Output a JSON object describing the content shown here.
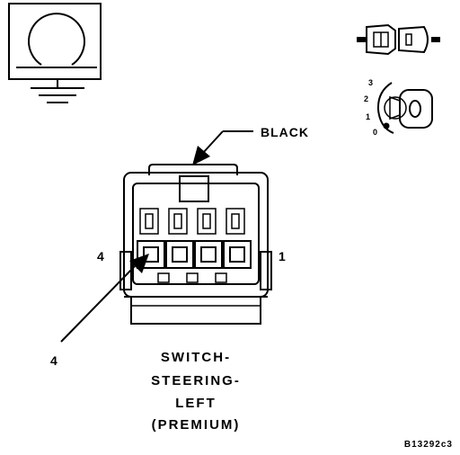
{
  "connector": {
    "wire_color_label": "BLACK",
    "pin_left_label": "4",
    "pin_right_label": "1",
    "callout_label": "4"
  },
  "title": {
    "lines": [
      "SWITCH-",
      "STEERING-",
      "LEFT",
      "(PREMIUM)"
    ]
  },
  "key_position_labels": [
    "3",
    "2",
    "1",
    "0"
  ],
  "figure_id": "B13292c3",
  "icons": [
    "ground-symbol-icon",
    "connector-halves-icon",
    "ignition-key-switch-icon"
  ]
}
